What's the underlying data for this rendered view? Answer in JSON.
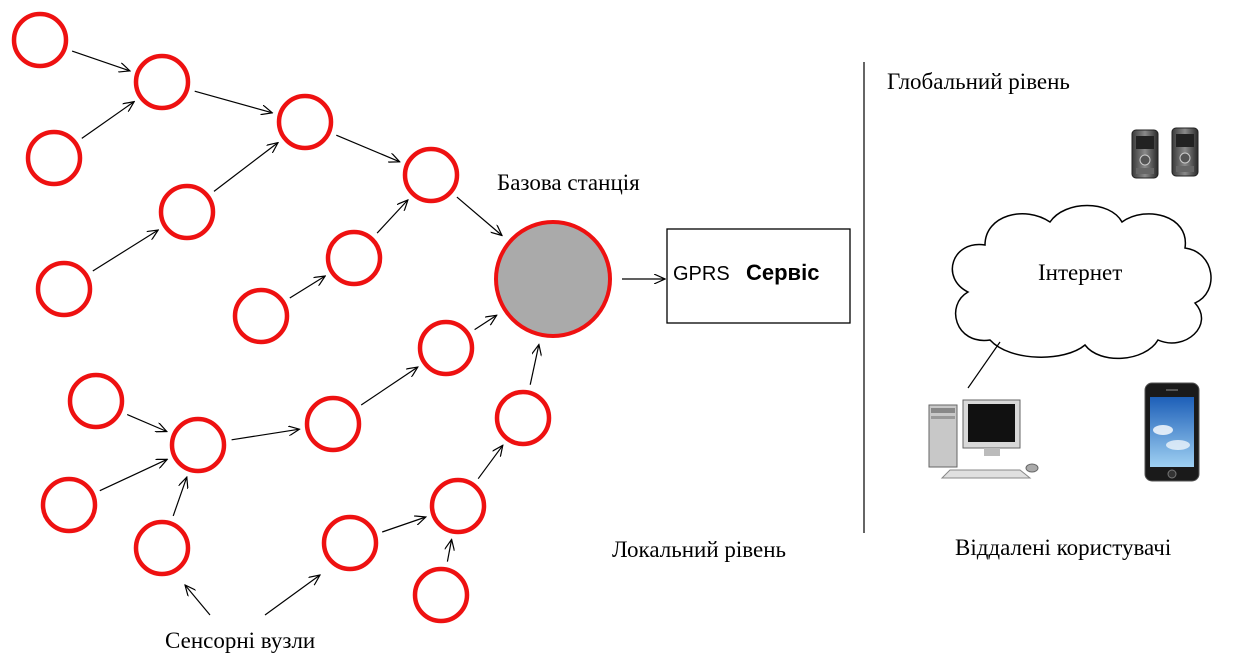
{
  "labels": {
    "base_station": "Базова станція",
    "gprs": "GPRS",
    "service": "Сервіс",
    "global_level": "Глобальний рівень",
    "internet": "Інтернет",
    "local_level": "Локальний рівень",
    "remote_users": "Віддалені користувачі",
    "sensor_nodes": "Сенсорні вузли"
  },
  "colors": {
    "node_stroke": "#ee1111",
    "base_fill": "#aaaaaa",
    "line": "#000000"
  },
  "icons": [
    "mobile-phones-icon",
    "internet-cloud-icon",
    "desktop-computer-icon",
    "smartphone-icon"
  ]
}
